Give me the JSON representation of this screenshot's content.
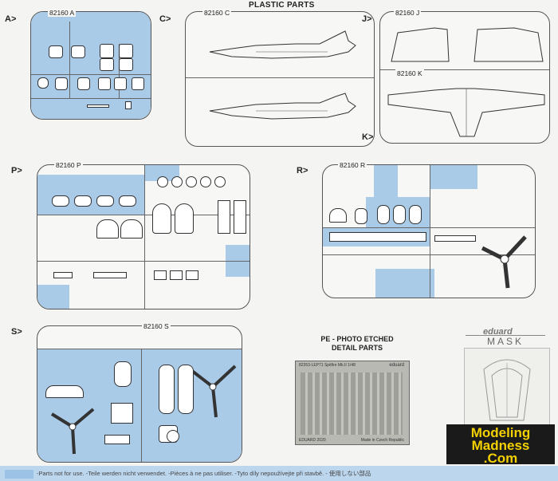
{
  "header": {
    "title": "PLASTIC PARTS"
  },
  "sprues": {
    "a": {
      "letter": "A>",
      "code": "82160 A"
    },
    "c": {
      "letter": "C>",
      "code": "82160 C"
    },
    "j": {
      "letter": "J>",
      "code": "82160 J"
    },
    "k": {
      "letter": "K>",
      "code": "82160 K"
    },
    "p": {
      "letter": "P>",
      "code": "82160 P"
    },
    "r": {
      "letter": "R>",
      "code": "82160 R"
    },
    "s": {
      "letter": "S>",
      "code": "82160 S"
    }
  },
  "photo_etched": {
    "title_line1": "PE - PHOTO ETCHED",
    "title_line2": "DETAIL PARTS",
    "fret_text": "82353-LEP71  Spitfire Mk.II  1/48",
    "fret_brand": "eduard",
    "fret_footer_left": "EDUARD 2020",
    "fret_footer_right": "Made in Czech Republic"
  },
  "mask": {
    "brand": "eduard",
    "label": "MASK"
  },
  "legend": {
    "text": "-Parts not for use.  -Teile werden nicht verwendet.  -Pièces à ne pas utiliser.  -Tyto díly nepoužívejte při stavbě.  -  使用しない部品"
  },
  "watermark": {
    "line1": "Modeling",
    "line2": "Madness",
    "line3": ".Com"
  },
  "colors": {
    "unused_parts": "#a9cbe8",
    "watermark_text": "#f3d000",
    "watermark_bg": "#1a1a1a"
  }
}
